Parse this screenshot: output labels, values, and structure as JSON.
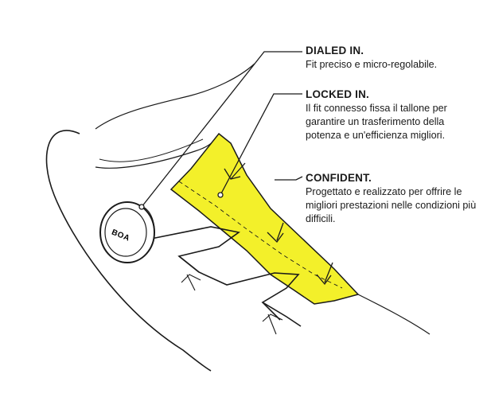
{
  "callouts": [
    {
      "title": "DIALED IN.",
      "text": "Fit preciso e micro-regolabile."
    },
    {
      "title": "LOCKED IN.",
      "text": "Il fit connesso fissa il tallone per garantire un trasferimento della potenza e un'efficienza migliori."
    },
    {
      "title": "CONFIDENT.",
      "text": "Progettato e realizzato per offrire le migliori prestazioni nelle condizioni più difficili."
    }
  ],
  "dial": {
    "logo_text": "BOA"
  },
  "colors": {
    "highlight": "#f3f02a",
    "line": "#1a1a1a"
  }
}
